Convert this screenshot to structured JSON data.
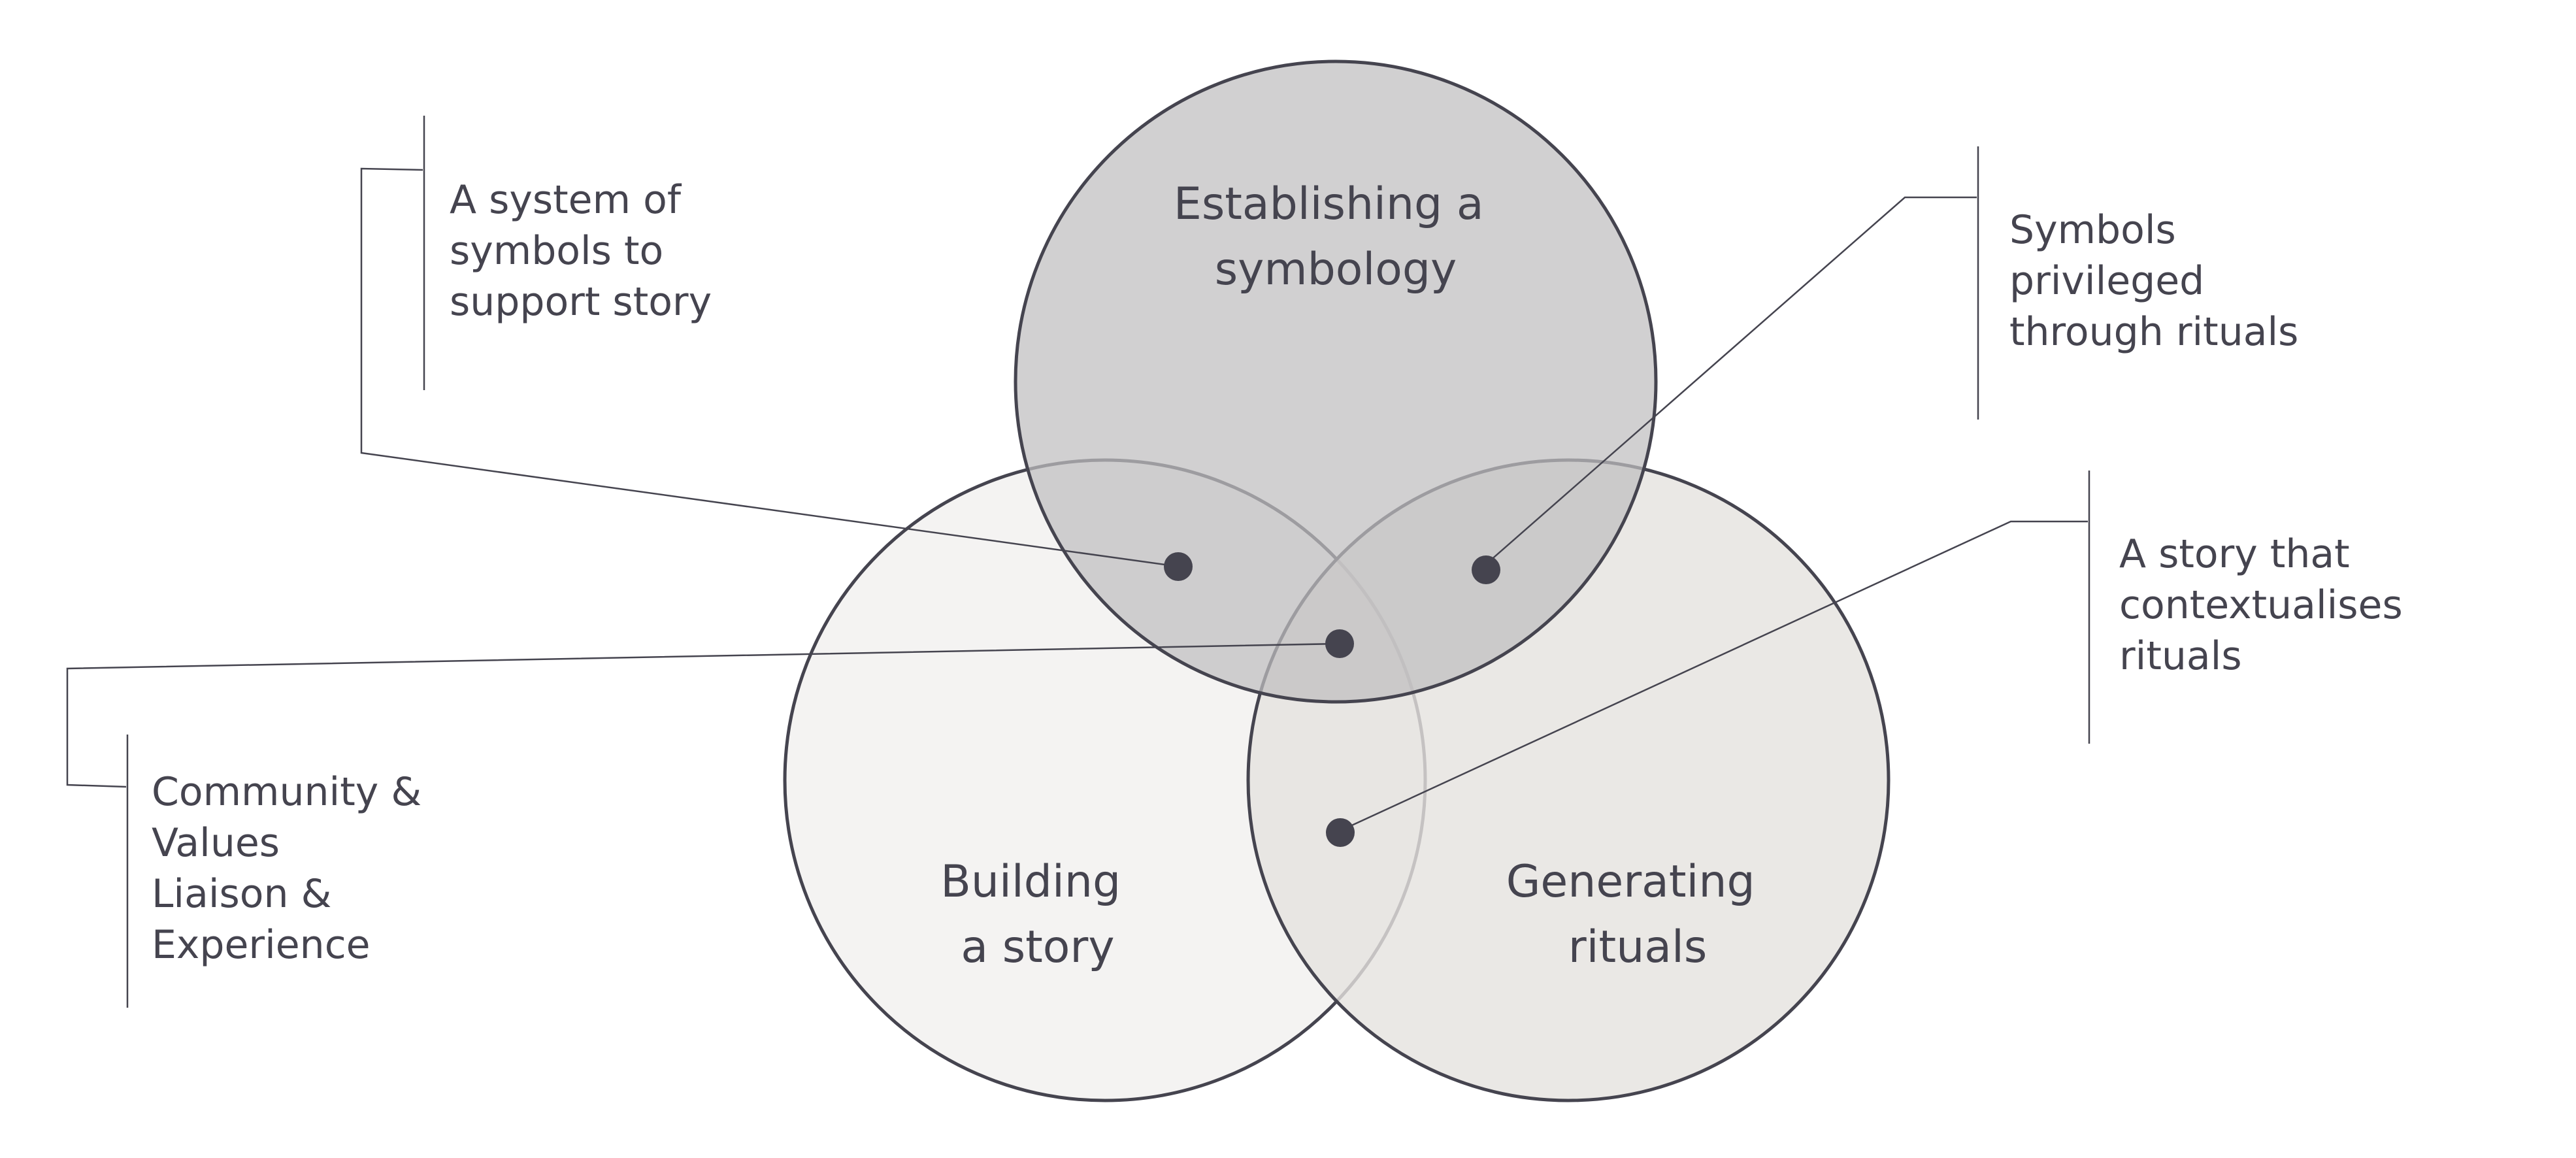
{
  "colors": {
    "stroke": "#45444f",
    "text": "#45444f",
    "top_fill": "#cbcbcc",
    "left_fill": "#f3f2f1",
    "right_fill": "#e5e2de",
    "dot": "#45444f",
    "background": "#ffffff"
  },
  "circles": {
    "top": {
      "lines": [
        "Establishing a",
        "symbology"
      ]
    },
    "left": {
      "lines": [
        "Building",
        "a story"
      ]
    },
    "right": {
      "lines": [
        "Generating",
        "rituals"
      ]
    }
  },
  "callouts": {
    "symbols_story": {
      "lines": [
        "A system of",
        "symbols to",
        "support story"
      ]
    },
    "symbols_rituals": {
      "lines": [
        "Symbols",
        "privileged",
        "through rituals"
      ]
    },
    "story_rituals": {
      "lines": [
        "A story that",
        "contextualises",
        "rituals"
      ]
    },
    "center": {
      "lines": [
        "Community &",
        "Values",
        "Liaison &",
        "Experience"
      ]
    }
  }
}
